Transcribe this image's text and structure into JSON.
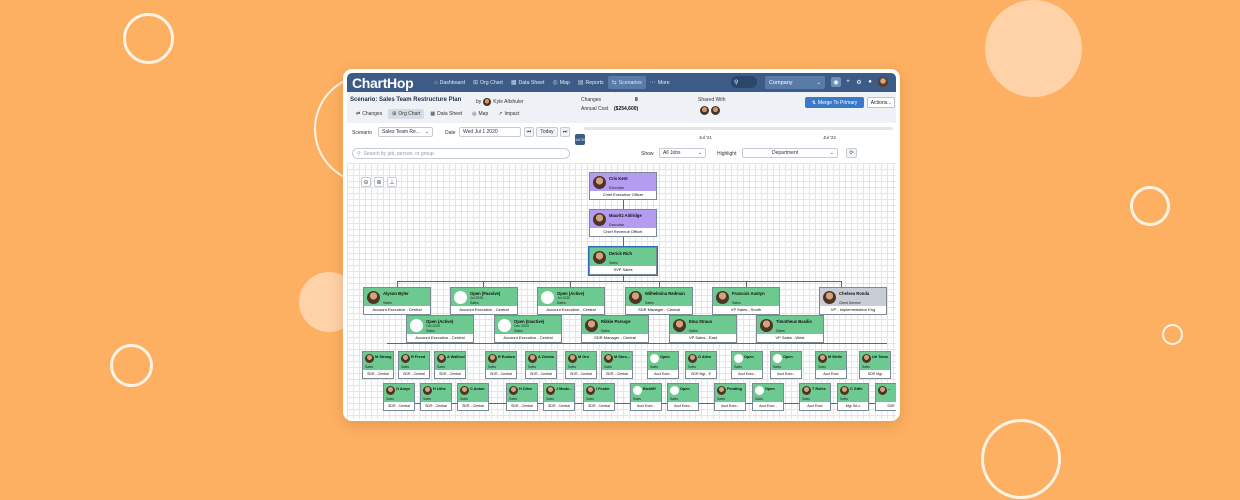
{
  "app": {
    "logo": "ChartHop",
    "nav": [
      {
        "label": "Dashboard",
        "icon": "home-icon",
        "active": false
      },
      {
        "label": "Org Chart",
        "icon": "org-chart-icon",
        "active": false
      },
      {
        "label": "Data Sheet",
        "icon": "table-icon",
        "active": false
      },
      {
        "label": "Map",
        "icon": "map-icon",
        "active": false
      },
      {
        "label": "Reports",
        "icon": "reports-icon",
        "active": false
      },
      {
        "label": "Scenarios",
        "icon": "scenarios-icon",
        "active": true
      },
      {
        "label": "More",
        "icon": "more-icon",
        "active": false
      }
    ],
    "company_select": "Company"
  },
  "scenario": {
    "title": "Scenario: Sales Team Restructure Plan",
    "by": "by",
    "author": "Kyle Altshuler",
    "tabs": [
      {
        "label": "Changes",
        "icon": "changes-icon",
        "active": false
      },
      {
        "label": "Org Chart",
        "icon": "org-chart-icon",
        "active": true
      },
      {
        "label": "Data Sheet",
        "icon": "table-icon",
        "active": false
      },
      {
        "label": "Map",
        "icon": "map-icon",
        "active": false
      },
      {
        "label": "Impact",
        "icon": "impact-icon",
        "active": false
      }
    ],
    "changes_label": "Changes",
    "changes_value": "8",
    "cost_label": "Annual Cost",
    "cost_value": "($254,600)",
    "shared_label": "Shared With",
    "merge_label": "Merge To Primary",
    "actions_label": "Actions..."
  },
  "controls": {
    "scenario_label": "Scenario",
    "scenario_value": "Sales Team Re...",
    "date_label": "Date",
    "date_value": "Wed Jul 1 2020",
    "today_label": "Today",
    "timeline_marker": "Jul '20",
    "timeline_ticks": [
      "Jul '21",
      "Jul '22"
    ],
    "search_placeholder": "Search by job, person, or group.",
    "show_label": "Show",
    "show_value": "All Jobs",
    "highlight_label": "Highlight",
    "highlight_value": "Department"
  },
  "org": {
    "top": [
      {
        "name": "Cris Kent",
        "dept": "Executive",
        "role": "Chief Executive Officer",
        "color": "purple"
      },
      {
        "name": "Mauritz Aldridge",
        "dept": "Executive",
        "role": "Chief Revenue Officer",
        "color": "purple"
      },
      {
        "name": "Derick Rich",
        "dept": "Sales",
        "role": "SVP Sales",
        "color": "green"
      }
    ],
    "row1": [
      {
        "name": "Alyson Byler",
        "sub": "",
        "dept": "Sales",
        "role": "Account Executive - Central",
        "open": false
      },
      {
        "name": "Open (Passive)",
        "sub": "Jul 2020",
        "dept": "Sales",
        "role": "Account Executive - Central",
        "open": true
      },
      {
        "name": "Open (Active)",
        "sub": "Jul 2020",
        "dept": "Sales",
        "role": "Account Executive - Central",
        "open": true
      },
      {
        "name": "Wilhelmina Redman",
        "sub": "",
        "dept": "Sales",
        "role": "SDR Manager - Central",
        "open": false
      },
      {
        "name": "Francois Austyn",
        "sub": "",
        "dept": "Sales",
        "role": "VP Sales - South",
        "open": false
      },
      {
        "name": "Chelsea Ronda",
        "sub": "",
        "dept": "Client Service",
        "role": "VP - Implementation Eng",
        "open": false
      }
    ],
    "row2": [
      {
        "name": "Open (Active)",
        "sub": "Oct 2020",
        "dept": "Sales",
        "role": "Account Executive - Central",
        "open": true
      },
      {
        "name": "Open (Inactive)",
        "sub": "Dec 2020",
        "dept": "Sales",
        "role": "Account Executive - Central",
        "open": true
      },
      {
        "name": "Rikkie Parsaye",
        "sub": "",
        "dept": "Sales",
        "role": "SDR Manager - Central",
        "open": false
      },
      {
        "name": "Ema Straus",
        "sub": "",
        "dept": "Sales",
        "role": "VP Sales - East",
        "open": false
      },
      {
        "name": "Timotheus Basilio",
        "sub": "",
        "dept": "Sales",
        "role": "VP Sales - West",
        "open": false
      }
    ],
    "row3": [
      {
        "name": "M Strong",
        "dept": "Sales",
        "role": "SDR - Central",
        "open": false
      },
      {
        "name": "R Freed",
        "dept": "Sales",
        "role": "SDR - Central",
        "open": false
      },
      {
        "name": "A Walford",
        "dept": "Sales",
        "role": "SDR - Central",
        "open": false
      },
      {
        "name": "R Eudora",
        "dept": "Sales",
        "role": "SDR - Central",
        "open": false
      },
      {
        "name": "A Zembo",
        "dept": "Sales",
        "role": "SDR - Central",
        "open": false
      },
      {
        "name": "M Oro",
        "dept": "Sales",
        "role": "SDR - Central",
        "open": false
      },
      {
        "name": "M Shro...",
        "dept": "Sales",
        "role": "SDR - Central",
        "open": false
      },
      {
        "name": "Open",
        "dept": "Sales",
        "role": "Acct Exec -",
        "open": true
      },
      {
        "name": "O Allen",
        "dept": "Sales",
        "role": "SDR Mgr - E",
        "open": false
      },
      {
        "name": "Open",
        "dept": "Sales",
        "role": "Acct Exec -",
        "open": true
      },
      {
        "name": "Open",
        "dept": "Sales",
        "role": "Acct Exec -",
        "open": true
      },
      {
        "name": "M Welle",
        "dept": "Sales",
        "role": "Acct Exec",
        "open": false
      },
      {
        "name": "Uri Tams",
        "dept": "Sales",
        "role": "SDR Mgr",
        "open": false
      }
    ],
    "row4": [
      {
        "name": "O Amye",
        "dept": "Sales",
        "role": "SDR - Central",
        "open": false
      },
      {
        "name": "H Lithe",
        "dept": "Sales",
        "role": "SDR - Central",
        "open": false
      },
      {
        "name": "C Anton",
        "dept": "Sales",
        "role": "SDR - Central",
        "open": false
      },
      {
        "name": "H Olive",
        "dept": "Sales",
        "role": "SDR - Central",
        "open": false
      },
      {
        "name": "J Mode...",
        "dept": "Sales",
        "role": "SDR - Central",
        "open": false
      },
      {
        "name": "I Foster",
        "dept": "Sales",
        "role": "SDR - Central",
        "open": false
      },
      {
        "name": "Bickliff",
        "dept": "Sales",
        "role": "Acct Exec -",
        "open": true
      },
      {
        "name": "Open",
        "dept": "Sales",
        "role": "Acct Exec -",
        "open": true
      },
      {
        "name": "Pending",
        "dept": "Sales",
        "role": "Acct Exec -",
        "open": true
      },
      {
        "name": "Open",
        "dept": "Sales",
        "role": "Acct Exec -",
        "open": true
      },
      {
        "name": "T Rolex",
        "dept": "Sales",
        "role": "Acct Exec",
        "open": false
      },
      {
        "name": "C Giffe",
        "dept": "Sales",
        "role": "Mgr SA-c",
        "open": false
      },
      {
        "name": "...",
        "dept": "",
        "role": "SDR",
        "open": false
      }
    ]
  }
}
